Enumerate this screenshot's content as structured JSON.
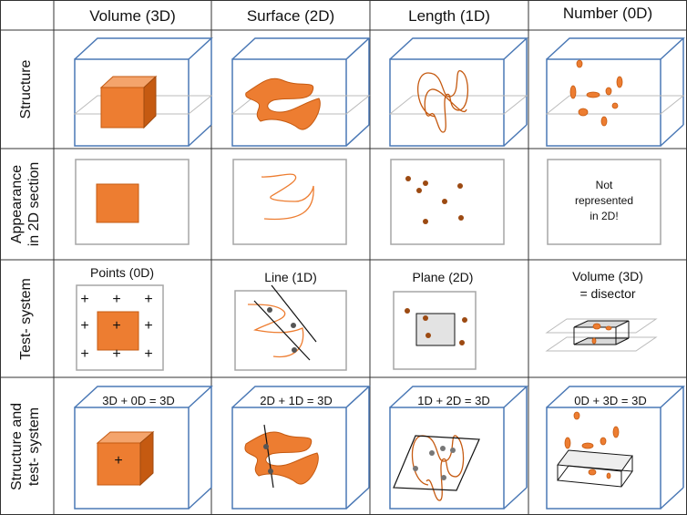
{
  "columns": [
    {
      "label": "Volume (3D)"
    },
    {
      "label": "Surface (2D)"
    },
    {
      "label": "Length (1D)"
    },
    {
      "label": "Number (0D)"
    }
  ],
  "rows": [
    {
      "label_lines": [
        "Structure"
      ]
    },
    {
      "label_lines": [
        "Appearance",
        "in 2D section"
      ]
    },
    {
      "label_lines": [
        "Test- system"
      ]
    },
    {
      "label_lines": [
        "Structure and",
        "test- system"
      ]
    }
  ],
  "test_systems": [
    {
      "label": "Points (0D)"
    },
    {
      "label": "Line (1D)"
    },
    {
      "label": "Plane (2D)"
    },
    {
      "label_lines": [
        "Volume (3D)",
        "= disector"
      ]
    }
  ],
  "not_represented": [
    "Not",
    "represented",
    "in 2D!"
  ],
  "equations": [
    "3D + 0D = 3D",
    "2D + 1D = 3D",
    "1D + 2D = 3D",
    "0D + 3D = 3D"
  ],
  "point_marker": "+",
  "colors": {
    "grid": "#333333",
    "cube_edge": "#4a78b5",
    "fill": "#ed7d31",
    "fill_dark": "#c55a11",
    "dot": "#9c4a12",
    "frame": "#a6a6a6"
  }
}
